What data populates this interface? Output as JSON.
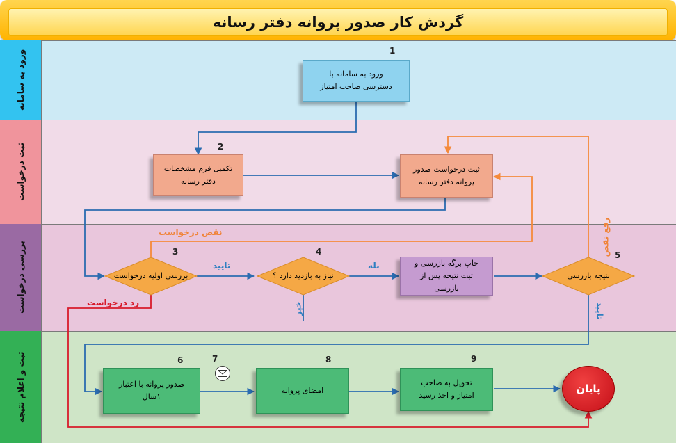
{
  "title": "گردش کار صدور پروانه دفتر رسانه",
  "lanes": [
    {
      "label": "ورود به سامانه",
      "color": "#cdeaf5",
      "label_color": "#33c3f0"
    },
    {
      "label": "ثبت درخواست",
      "color": "#f1dbe8",
      "label_color": "#f0949c"
    },
    {
      "label": "بررسی درخواست",
      "color": "#e9c6dc",
      "label_color": "#9a6aa3"
    },
    {
      "label": "ثبت و اعلام نتیجه",
      "color": "#cfe5c7",
      "label_color": "#33b055"
    }
  ],
  "steps": {
    "s1": {
      "num": "1",
      "text": "ورود به سامانه با دسترسی صاحب امتیاز",
      "color": "#8fd3ef"
    },
    "s2": {
      "num": "2",
      "text": "تکمیل فرم مشخصات دفتر رسانه",
      "color": "#f2a98d"
    },
    "s2b": {
      "text": "ثبت درخواست صدور پروانه دفتر رسانه",
      "color": "#f2a98d"
    },
    "s3": {
      "num": "3",
      "text": "بررسی اولیه درخواست",
      "color": "#f5a845"
    },
    "s4": {
      "num": "4",
      "text": "نیاز به بازدید دارد ؟",
      "color": "#f5a845"
    },
    "s4b": {
      "text": "چاپ برگه بازرسی و ثبت نتیجه پس از بازرسی",
      "color": "#c59bd0"
    },
    "s5": {
      "num": "5",
      "text": "نتیجه بازرسی",
      "color": "#f5a845"
    },
    "s6": {
      "num": "6",
      "text": "صدور پروانه با اعتبار ۱سال",
      "color": "#4cbb77"
    },
    "s7": {
      "num": "7"
    },
    "s8": {
      "num": "8",
      "text": "امضای پروانه",
      "color": "#4cbb77"
    },
    "s9": {
      "num": "9",
      "text": "تحویل به صاحب امتیاز و اخذ رسید",
      "color": "#4cbb77"
    },
    "end": {
      "text": "پایان",
      "color": "#d8131c"
    }
  },
  "edge_labels": {
    "approve_3": "تایید",
    "yes_4": "بله",
    "no_4": "خیر",
    "deficit": "نقص درخواست",
    "reject": "رد درخواست",
    "fix_deficit": "رفع نقص",
    "approve_5": "تایید"
  },
  "colors": {
    "blue_line": "#2b6cb0",
    "orange_line": "#f58a3a",
    "red_line": "#d81b2b",
    "blue_text": "#2f7fc1",
    "orange_text": "#f0843a",
    "red_text": "#d81b2b"
  }
}
